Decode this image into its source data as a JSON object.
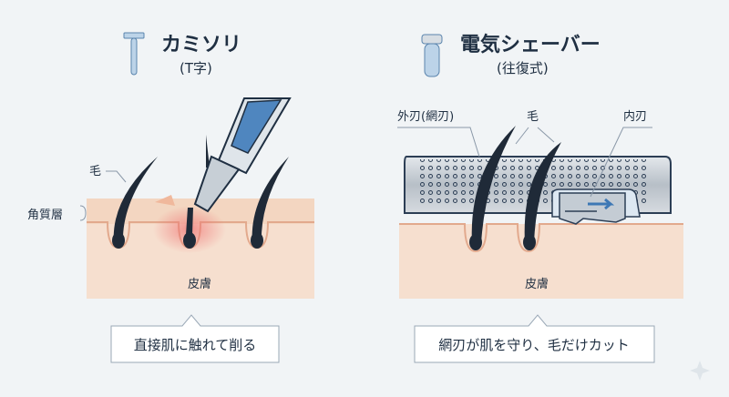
{
  "left": {
    "title": "カミソリ",
    "subtitle": "(T字)",
    "label_hair": "毛",
    "label_stratum": "角質層",
    "label_skin": "皮膚",
    "caption": "直接肌に触れて削る"
  },
  "right": {
    "title": "電気シェーバー",
    "subtitle": "(往復式)",
    "label_outer_blade": "外刃(網刃)",
    "label_hair": "毛",
    "label_inner_blade": "内刃",
    "label_skin": "皮膚",
    "caption": "網刃が肌を守り、毛だけカット"
  },
  "colors": {
    "skin": "#f6dfcf",
    "skin_edge": "#e2a98d",
    "ink": "#1f2f42",
    "accent": "#3d78b5"
  }
}
